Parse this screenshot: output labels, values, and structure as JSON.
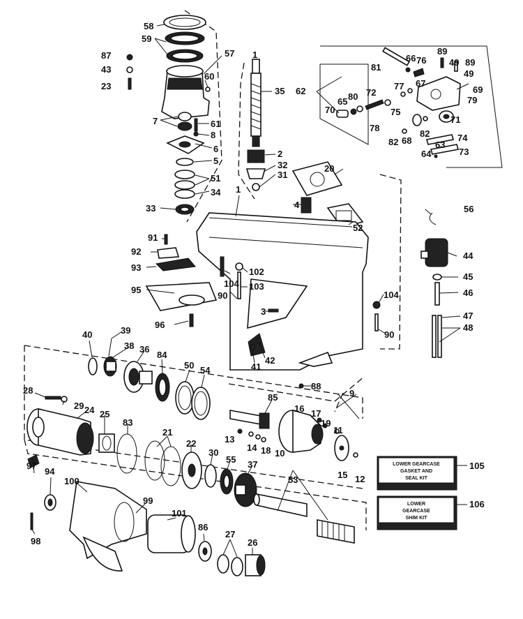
{
  "callouts": {
    "c1a": "1",
    "c1b": "1",
    "c2": "2",
    "c3": "3",
    "c4": "4",
    "c5": "5",
    "c6": "6",
    "c7": "7",
    "c8": "8",
    "c9": "9",
    "c10": "10",
    "c11": "11",
    "c12": "12",
    "c13": "13",
    "c14": "14",
    "c15": "15",
    "c16": "16",
    "c17": "17",
    "c18": "18",
    "c19": "19",
    "c20": "20",
    "c21": "21",
    "c22": "22",
    "c23": "23",
    "c24": "24",
    "c25": "25",
    "c26": "26",
    "c27": "27",
    "c28": "28",
    "c29": "29",
    "c30": "30",
    "c31": "31",
    "c32": "32",
    "c33": "33",
    "c34": "34",
    "c35": "35",
    "c36": "36",
    "c37": "37",
    "c38": "38",
    "c39": "39",
    "c40": "40",
    "c41": "41",
    "c42": "42",
    "c43": "43",
    "c44": "44",
    "c45": "45",
    "c46": "46",
    "c47": "47",
    "c48": "48",
    "c49a": "49",
    "c49b": "49",
    "c49c": "49",
    "c50": "50",
    "c51": "51",
    "c52": "52",
    "c53": "53",
    "c54": "54",
    "c55": "55",
    "c56": "56",
    "c57": "57",
    "c58": "58",
    "c59": "59",
    "c60": "60",
    "c61": "61",
    "c62": "62",
    "c63": "63",
    "c64": "64",
    "c65": "65",
    "c66": "66",
    "c67": "67",
    "c68": "68",
    "c69": "69",
    "c70": "70",
    "c71": "71",
    "c72": "72",
    "c73": "73",
    "c74": "74",
    "c75": "75",
    "c76": "76",
    "c77": "77",
    "c78a": "78",
    "c78b": "78",
    "c79": "79",
    "c80": "80",
    "c81": "81",
    "c82a": "82",
    "c82b": "82",
    "c83": "83",
    "c84": "84",
    "c85": "85",
    "c86": "86",
    "c87": "87",
    "c88": "88",
    "c89a": "89",
    "c89b": "89",
    "c90a": "90",
    "c90b": "90",
    "c91": "91",
    "c92": "92",
    "c93": "93",
    "c94": "94",
    "c95": "95",
    "c96": "96",
    "c97": "97",
    "c98": "98",
    "c99": "99",
    "c100": "100",
    "c101": "101",
    "c102": "102",
    "c103": "103",
    "c104a": "104",
    "c104b": "104",
    "c105": "105",
    "c106": "106"
  },
  "kits": {
    "k105_line1": "LOWER GEARCASE",
    "k105_line2": "GASKET AND",
    "k105_line3": "SEAL KIT",
    "k106_line1": "LOWER",
    "k106_line2": "GEARCASE",
    "k106_line3": "SHIM KIT"
  }
}
